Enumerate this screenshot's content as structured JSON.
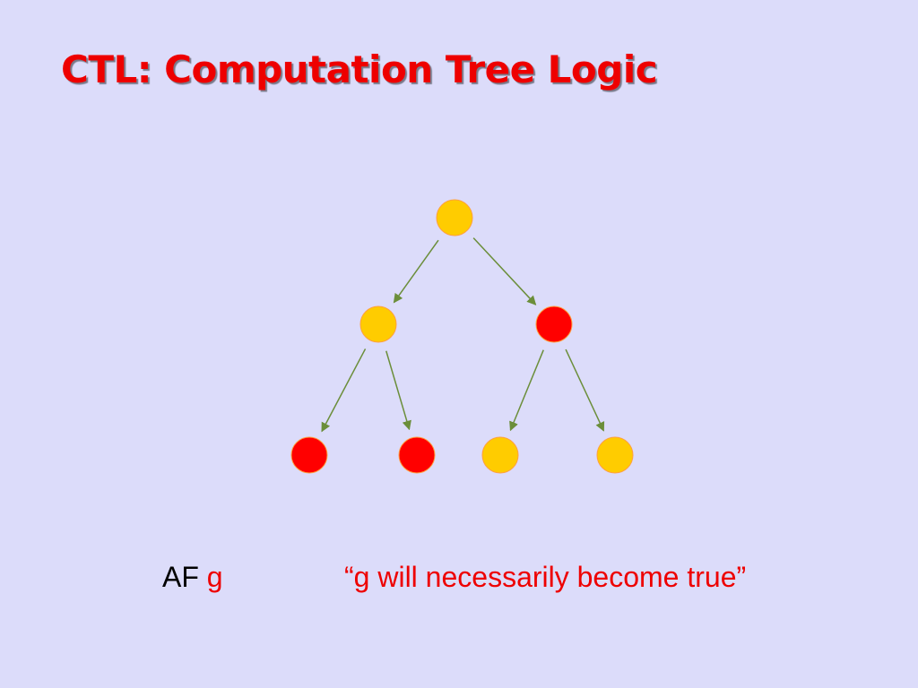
{
  "slide": {
    "title": "CTL: Computation Tree Logic",
    "formula_operator": "AF",
    "formula_prop": "g",
    "meaning": "“g will necessarily become true”"
  },
  "colors": {
    "background": "#DCDCFA",
    "title": "#EE0000",
    "formula_prop": "#EE0000",
    "meaning": "#EE0000",
    "node_yellow": "#FFCC00",
    "node_red": "#FF0000",
    "node_stroke": "#FFA040",
    "edge": "#6B8E3A"
  },
  "tree": {
    "nodes": [
      {
        "id": "root",
        "level": 0,
        "color": "yellow"
      },
      {
        "id": "left",
        "level": 1,
        "color": "yellow"
      },
      {
        "id": "right",
        "level": 1,
        "color": "red"
      },
      {
        "id": "left-left",
        "level": 2,
        "color": "red"
      },
      {
        "id": "left-right",
        "level": 2,
        "color": "red"
      },
      {
        "id": "right-left",
        "level": 2,
        "color": "yellow"
      },
      {
        "id": "right-right",
        "level": 2,
        "color": "yellow"
      }
    ],
    "edges": [
      {
        "from": "root",
        "to": "left"
      },
      {
        "from": "root",
        "to": "right"
      },
      {
        "from": "left",
        "to": "left-left"
      },
      {
        "from": "left",
        "to": "left-right"
      },
      {
        "from": "right",
        "to": "right-left"
      },
      {
        "from": "right",
        "to": "right-right"
      }
    ]
  }
}
